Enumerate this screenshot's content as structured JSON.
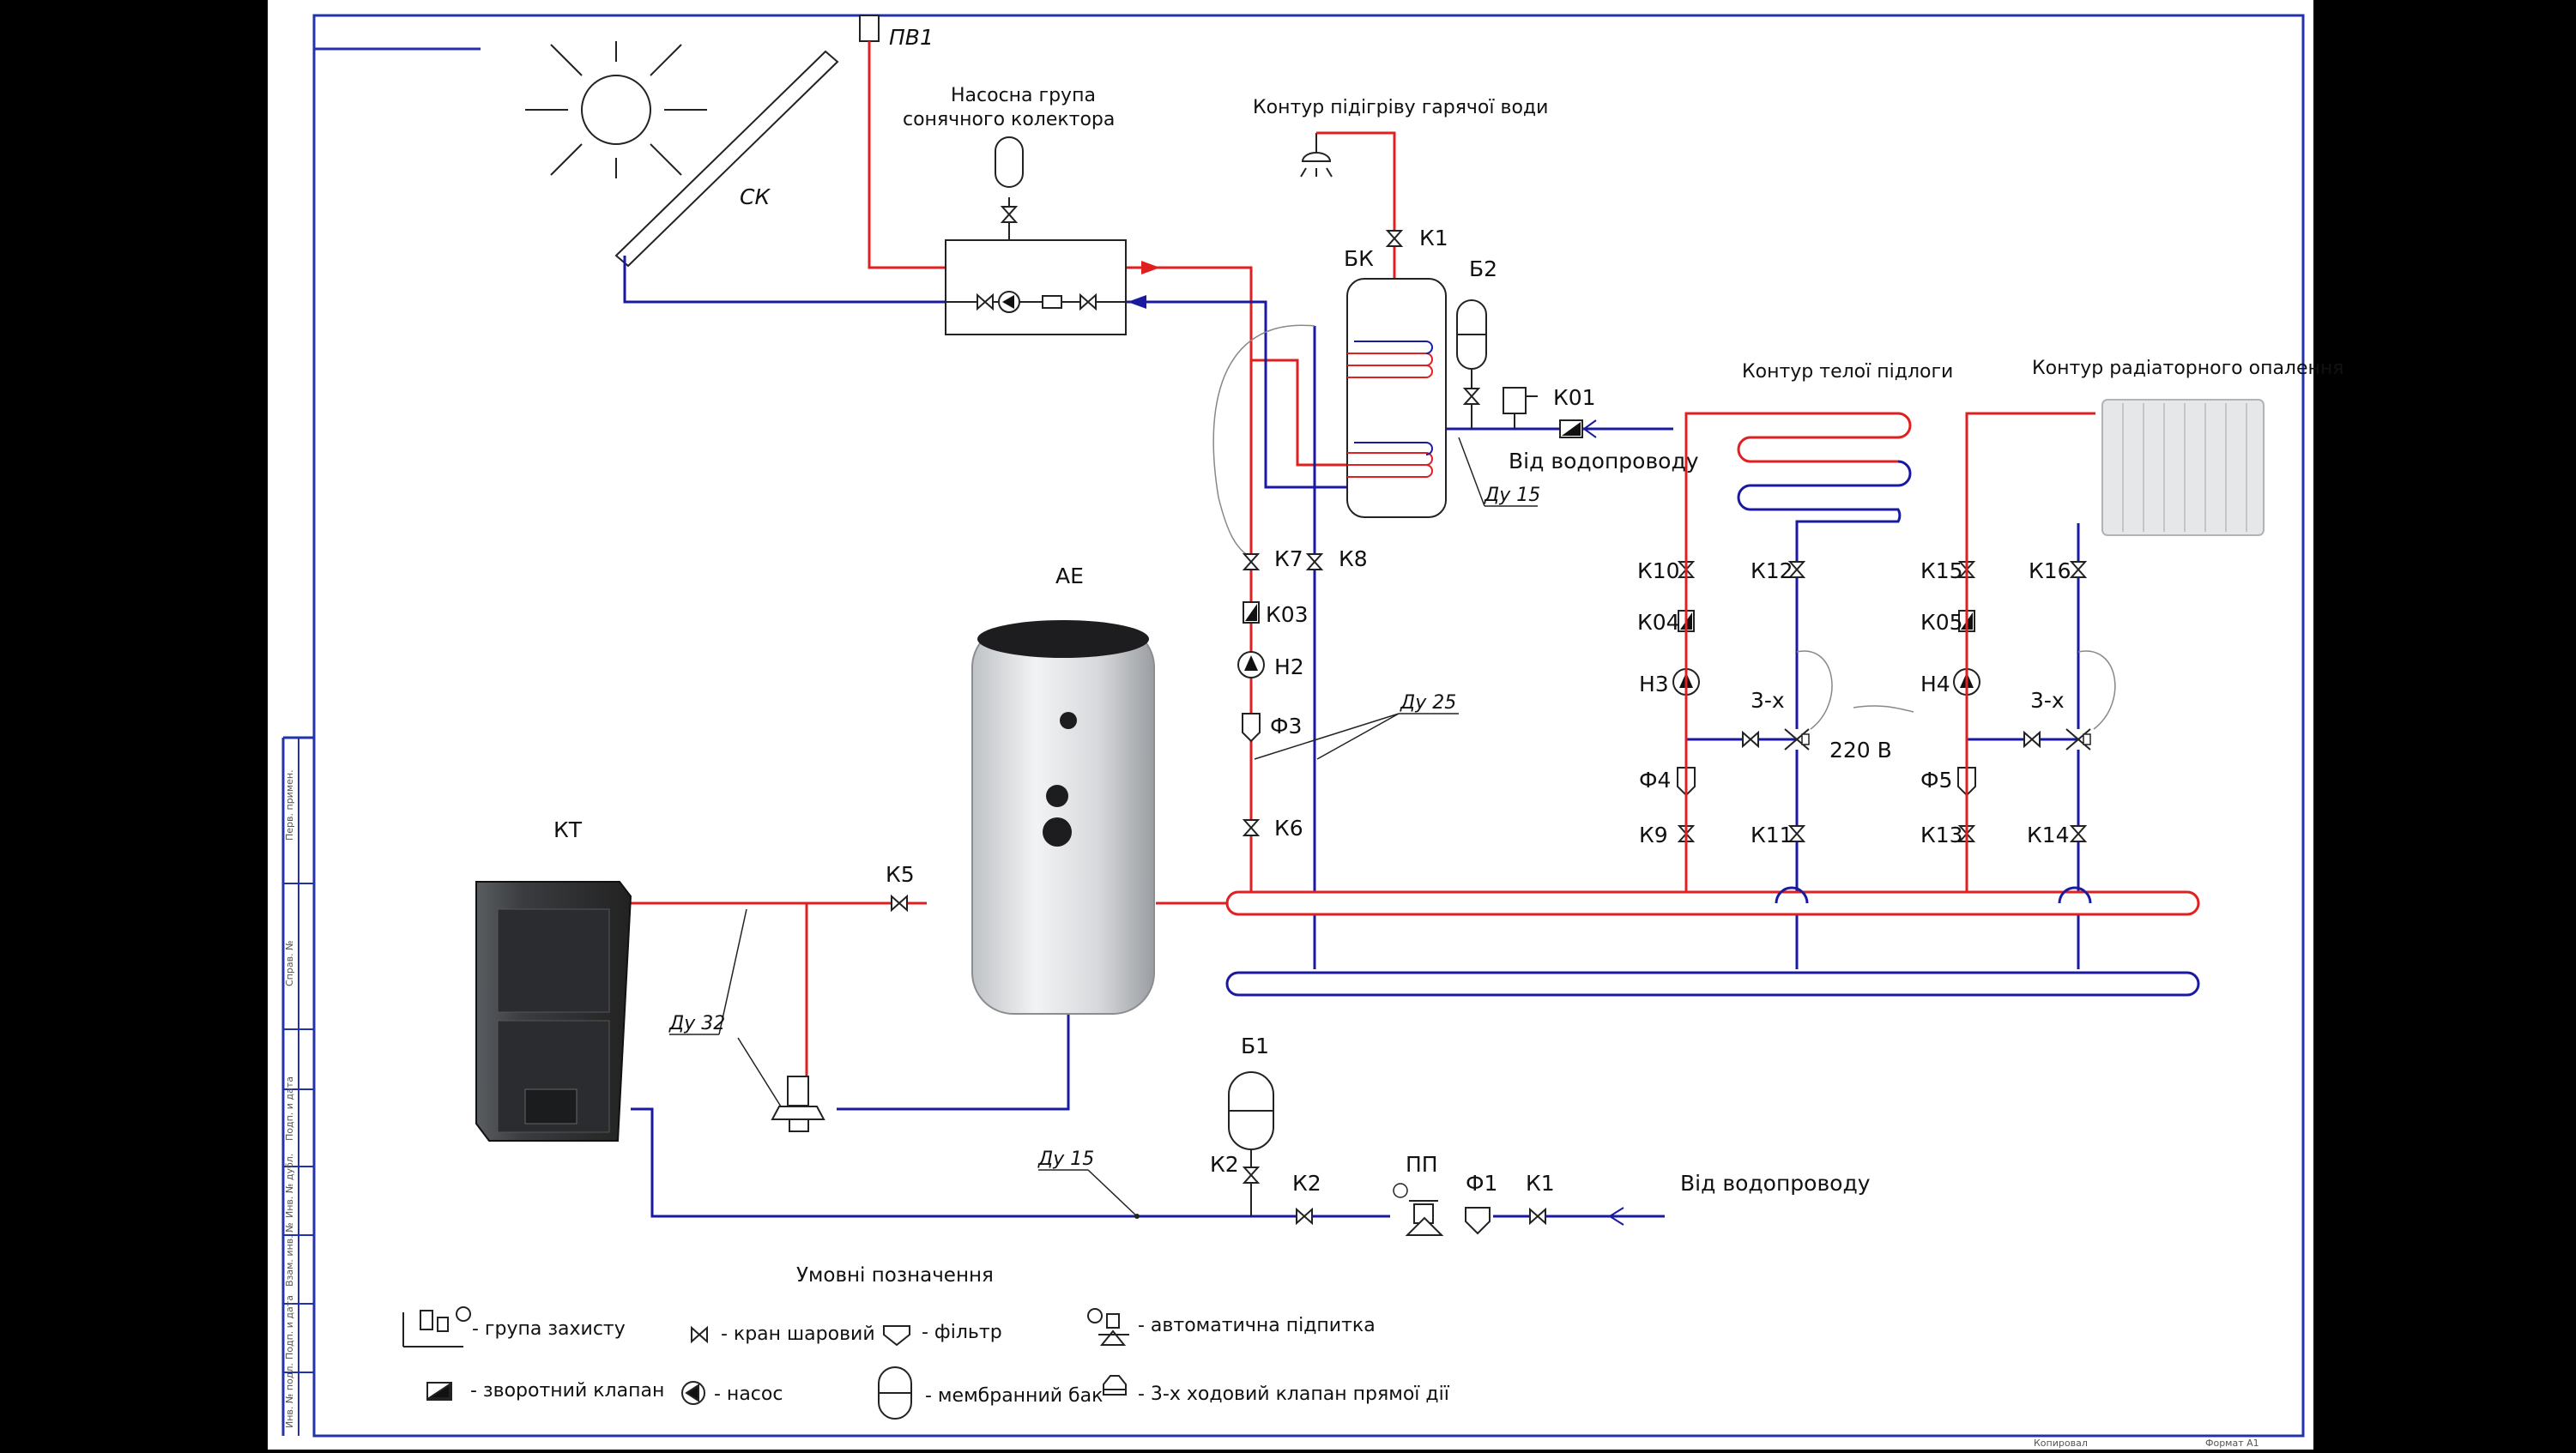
{
  "labels": {
    "pv1": "ПВ1",
    "ck": "СК",
    "pump_group_l1": "Насосна група",
    "pump_group_l2": "сонячного колектора",
    "hot_water": "Контур підігріву гарячої води",
    "bk": "БК",
    "b2": "Б2",
    "k1_top": "К1",
    "k01": "К01",
    "from_water_top": "Від водопроводу",
    "du15_top": "Ду 15",
    "floor_circuit": "Контур телої підлоги",
    "radiator_circuit": "Контур радіаторного опалення",
    "ae": "АЕ",
    "k7": "К7",
    "k8": "К8",
    "k03": "К03",
    "h2": "Н2",
    "f3": "Ф3",
    "du25": "Ду 25",
    "k6": "К6",
    "k10": "К10",
    "k12": "К12",
    "k04": "К04",
    "h3": "Н3",
    "three_x_1": "3-х",
    "f4": "Ф4",
    "k9": "К9",
    "k11": "К11",
    "v220": "220 В",
    "k15": "К15",
    "k16": "К16",
    "k05": "К05",
    "h4": "Н4",
    "three_x_2": "3-х",
    "f5": "Ф5",
    "k13": "К13",
    "k14": "К14",
    "kt": "КТ",
    "k5": "К5",
    "du32": "Ду 32",
    "b1": "Б1",
    "du15_bottom": "Ду 15",
    "k2a": "К2",
    "k2b": "К2",
    "pp": "ПП",
    "f1": "Ф1",
    "k1_bottom": "К1",
    "from_water_bottom": "Від водопроводу"
  },
  "legend": {
    "title": "Умовні позначення",
    "items": [
      "- група захисту",
      "- кран шаровий",
      "- фільтр",
      "- автоматична підпитка",
      "- зворотний клапан",
      "- насос",
      "- мембранний бак",
      "- 3-х ходовий клапан прямої дії"
    ]
  },
  "stamp": {
    "side_cells": [
      "Перв. примен.",
      "Справ. №",
      "Подп. и дата",
      "Инв. № дубл.",
      "Взам. инв. №",
      "Подп. и дата",
      "Инв. № подл."
    ],
    "bottom_left": "Копировал",
    "bottom_right": "Формат   А1"
  },
  "colors": {
    "supply": "#e02020",
    "return": "#1a1aa0",
    "frame": "#2233aa"
  }
}
